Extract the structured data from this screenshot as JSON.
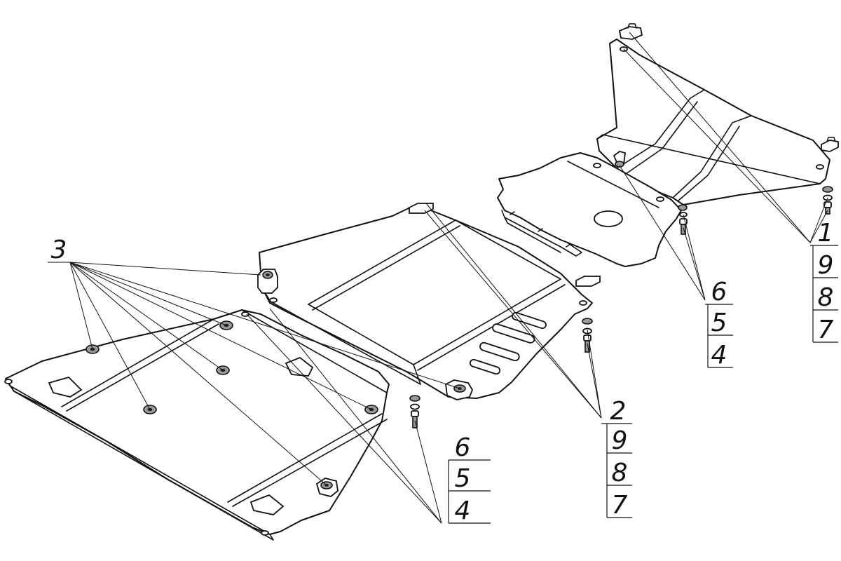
{
  "callouts": {
    "rear_stack": [
      "1",
      "9",
      "8",
      "7"
    ],
    "mid_stack": [
      "2",
      "9",
      "8",
      "7"
    ],
    "upper_fastener_stack": [
      "6",
      "5",
      "4"
    ],
    "lower_fastener_stack": [
      "6",
      "5",
      "4"
    ],
    "front_label": "3"
  }
}
